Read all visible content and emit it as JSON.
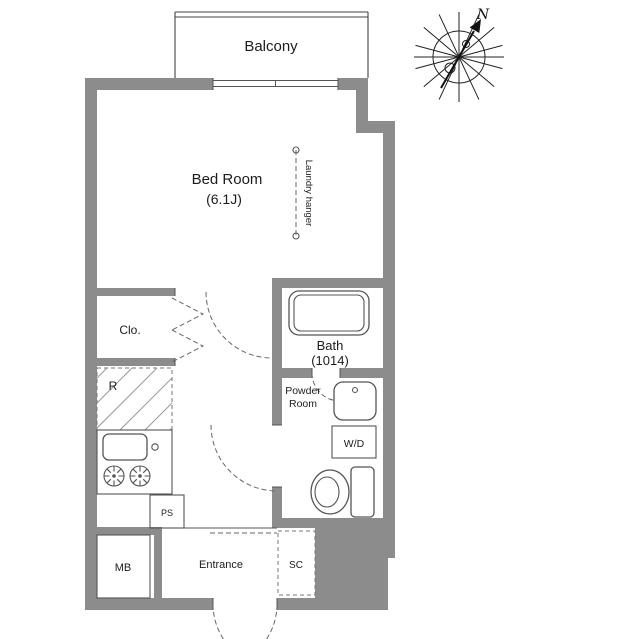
{
  "plan": {
    "balcony": "Balcony",
    "bedroom": {
      "name": "Bed Room",
      "size": "(6.1J)"
    },
    "laundry_hanger": "Laundry hanger",
    "closet": "Clo.",
    "bath": {
      "name": "Bath",
      "size": "(1014)"
    },
    "refrigerator_space": "R",
    "powder_room": {
      "line1": "Powder",
      "line2": "Room"
    },
    "washer_dryer": "W/D",
    "pipe_space": "PS",
    "meter_box": "MB",
    "entrance": "Entrance",
    "shoe_closet": "SC"
  },
  "compass": {
    "north_label": "N"
  },
  "colors": {
    "wall": "#8c8c8c",
    "outline": "#444444",
    "dashed_line": "#666666",
    "background": "#ffffff",
    "text": "#1c1c1c"
  }
}
